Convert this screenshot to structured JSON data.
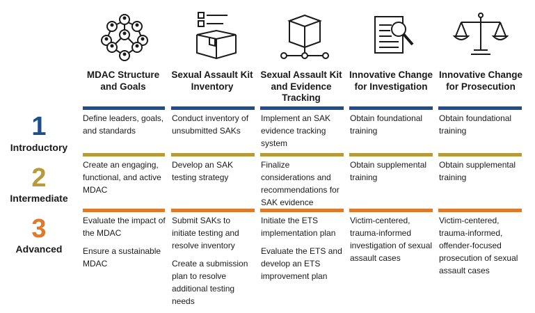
{
  "colors": {
    "level1": "#1f4e8c",
    "level2": "#b79a3a",
    "level3": "#e07a2a"
  },
  "columns": [
    {
      "title": "MDAC Structure and Goals",
      "icon": "network-people-icon"
    },
    {
      "title": "Sexual Assault Kit Inventory",
      "icon": "checklist-box-icon"
    },
    {
      "title": "Sexual Assault Kit and Evidence Tracking",
      "icon": "box-tracking-icon"
    },
    {
      "title": "Innovative Change for Investigation",
      "icon": "document-magnifier-icon"
    },
    {
      "title": "Innovative Change for Prosecution",
      "icon": "scales-of-justice-icon"
    }
  ],
  "levels": [
    {
      "number": "1",
      "name": "Introductory",
      "cells": [
        [
          "Define leaders, goals, and standards"
        ],
        [
          "Conduct inventory of unsubmitted SAKs"
        ],
        [
          "Implement an SAK evidence tracking system"
        ],
        [
          "Obtain foundational training"
        ],
        [
          "Obtain foundational training"
        ]
      ]
    },
    {
      "number": "2",
      "name": "Intermediate",
      "cells": [
        [
          "Create an engaging, functional, and active MDAC"
        ],
        [
          "Develop an SAK testing strategy"
        ],
        [
          "Finalize considerations and recommendations for SAK evidence"
        ],
        [
          "Obtain supplemental training"
        ],
        [
          "Obtain supplemental training"
        ]
      ]
    },
    {
      "number": "3",
      "name": "Advanced",
      "cells": [
        [
          "Evaluate the impact of the MDAC",
          "Ensure a sustainable MDAC"
        ],
        [
          "Submit SAKs to initiate testing and resolve inventory",
          "Create a submission plan to resolve additional testing needs"
        ],
        [
          "Initiate the ETS implementation plan",
          "Evaluate the ETS and develop an ETS improvement plan"
        ],
        [
          "Victim-centered, trauma-informed investigation of sexual assault cases"
        ],
        [
          "Victim-centered, trauma-informed, offender-focused prosecution of sexual assault cases"
        ]
      ]
    }
  ]
}
